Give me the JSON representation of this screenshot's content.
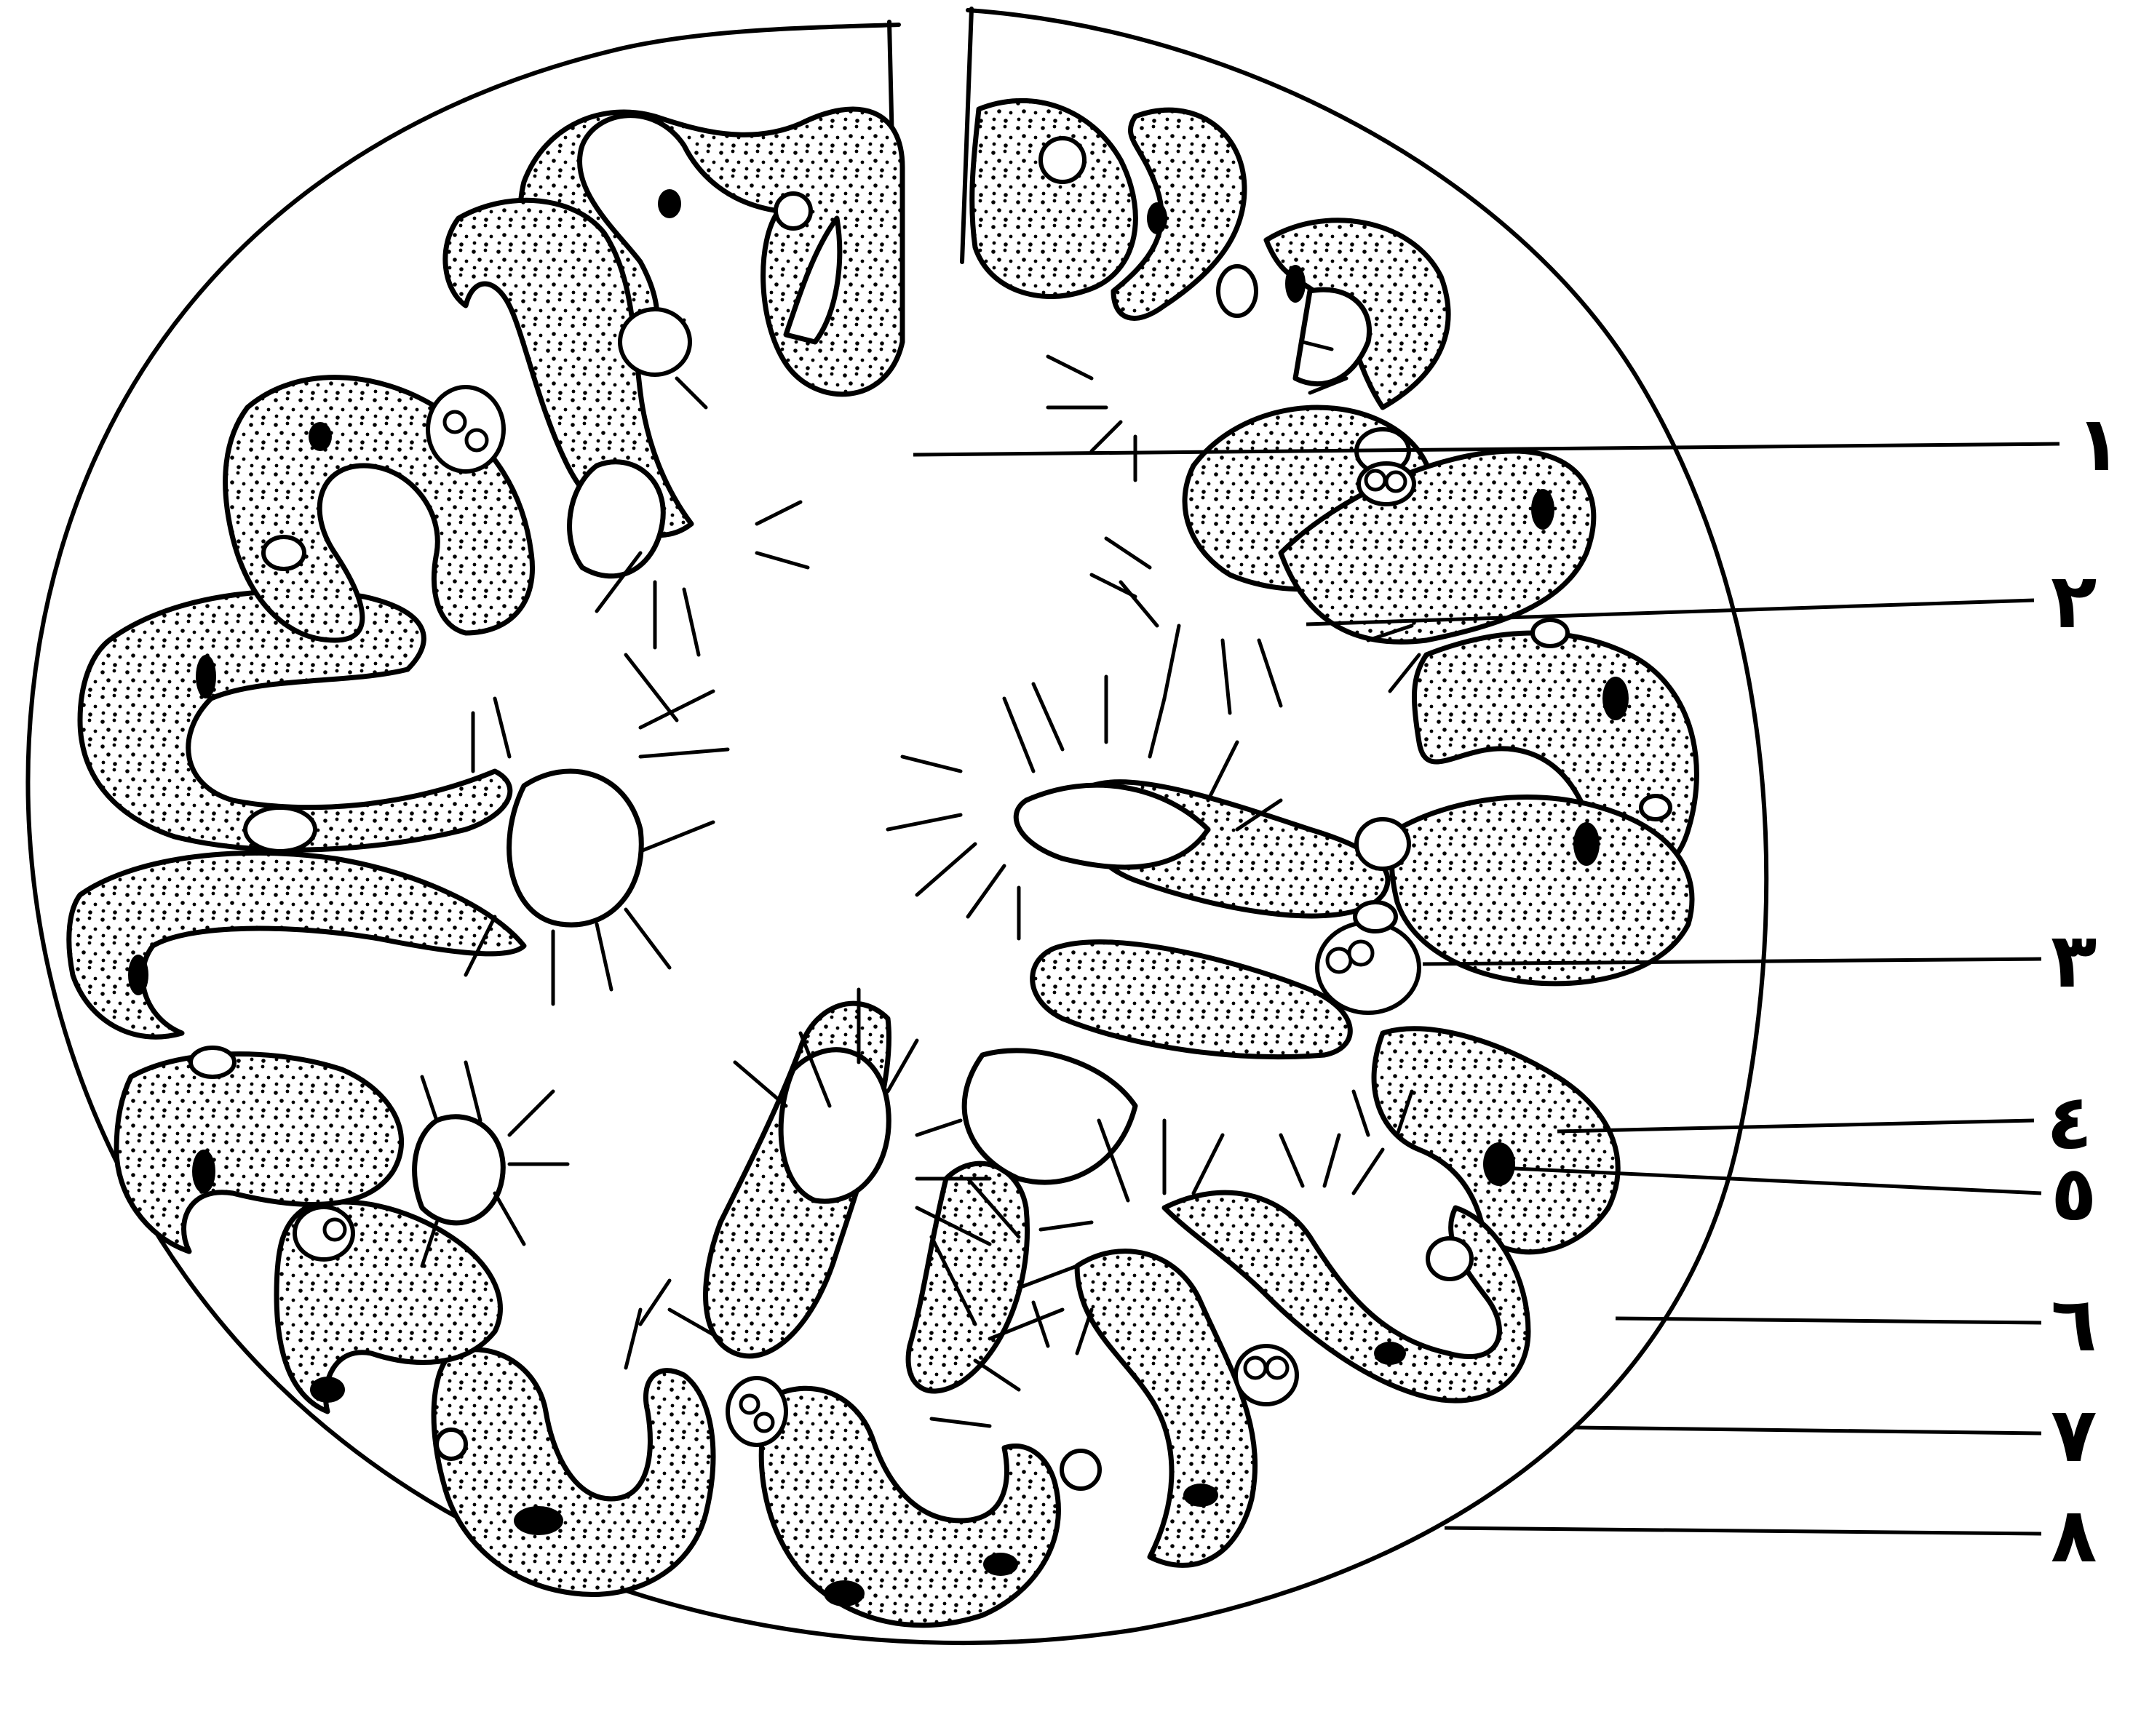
{
  "labels": [
    {
      "id": "1",
      "text": "١"
    },
    {
      "id": "2",
      "text": "٢"
    },
    {
      "id": "3",
      "text": "٣"
    },
    {
      "id": "4",
      "text": "٤"
    },
    {
      "id": "5",
      "text": "٥"
    },
    {
      "id": "6",
      "text": "٦"
    },
    {
      "id": "7",
      "text": "٧"
    },
    {
      "id": "8",
      "text": "٨"
    }
  ],
  "colors": {
    "ink": "#000000",
    "paper": "#ffffff"
  }
}
